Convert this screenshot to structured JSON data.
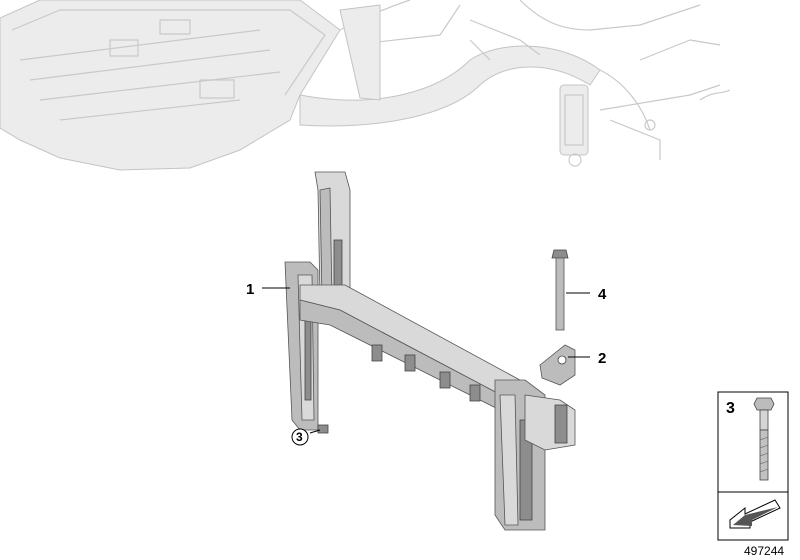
{
  "callouts": {
    "part_1": "1",
    "part_2": "2",
    "part_3": "3",
    "part_4": "4"
  },
  "legend": {
    "part_number": "3"
  },
  "diagram_id": "497244",
  "icons": [
    "bolt-icon",
    "direction-arrow-icon"
  ],
  "colors": {
    "context_outline": "#c9c9c9",
    "part_fill": "#bcbcbc",
    "part_stroke": "#555555"
  }
}
